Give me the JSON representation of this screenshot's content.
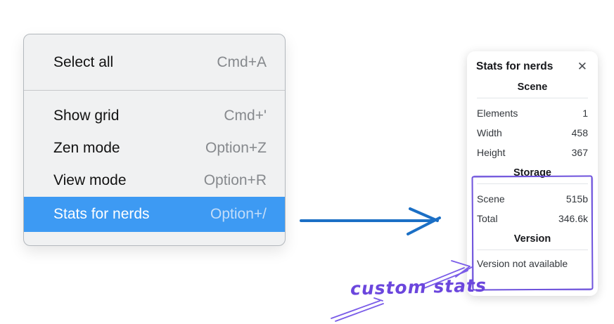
{
  "context_menu": {
    "items": [
      {
        "label": "Select all",
        "shortcut": "Cmd+A",
        "highlighted": false
      },
      {
        "label": "Show grid",
        "shortcut": "Cmd+'",
        "highlighted": false
      },
      {
        "label": "Zen mode",
        "shortcut": "Option+Z",
        "highlighted": false
      },
      {
        "label": "View mode",
        "shortcut": "Option+R",
        "highlighted": false
      },
      {
        "label": "Stats for nerds",
        "shortcut": "Option+/",
        "highlighted": true
      }
    ],
    "highlight_color": "#3d9af3"
  },
  "stats_panel": {
    "title": "Stats for nerds",
    "close_label": "✕",
    "sections": [
      {
        "heading": "Scene",
        "rows": [
          {
            "label": "Elements",
            "value": "1"
          },
          {
            "label": "Width",
            "value": "458"
          },
          {
            "label": "Height",
            "value": "367"
          }
        ]
      },
      {
        "heading": "Storage",
        "rows": [
          {
            "label": "Scene",
            "value": "515b"
          },
          {
            "label": "Total",
            "value": "346.6k"
          }
        ]
      },
      {
        "heading": "Version",
        "note": "Version not available"
      }
    ]
  },
  "annotation": {
    "label": "custom stats",
    "color": "#6b46dd"
  },
  "arrow_color": "#1b6fc5"
}
